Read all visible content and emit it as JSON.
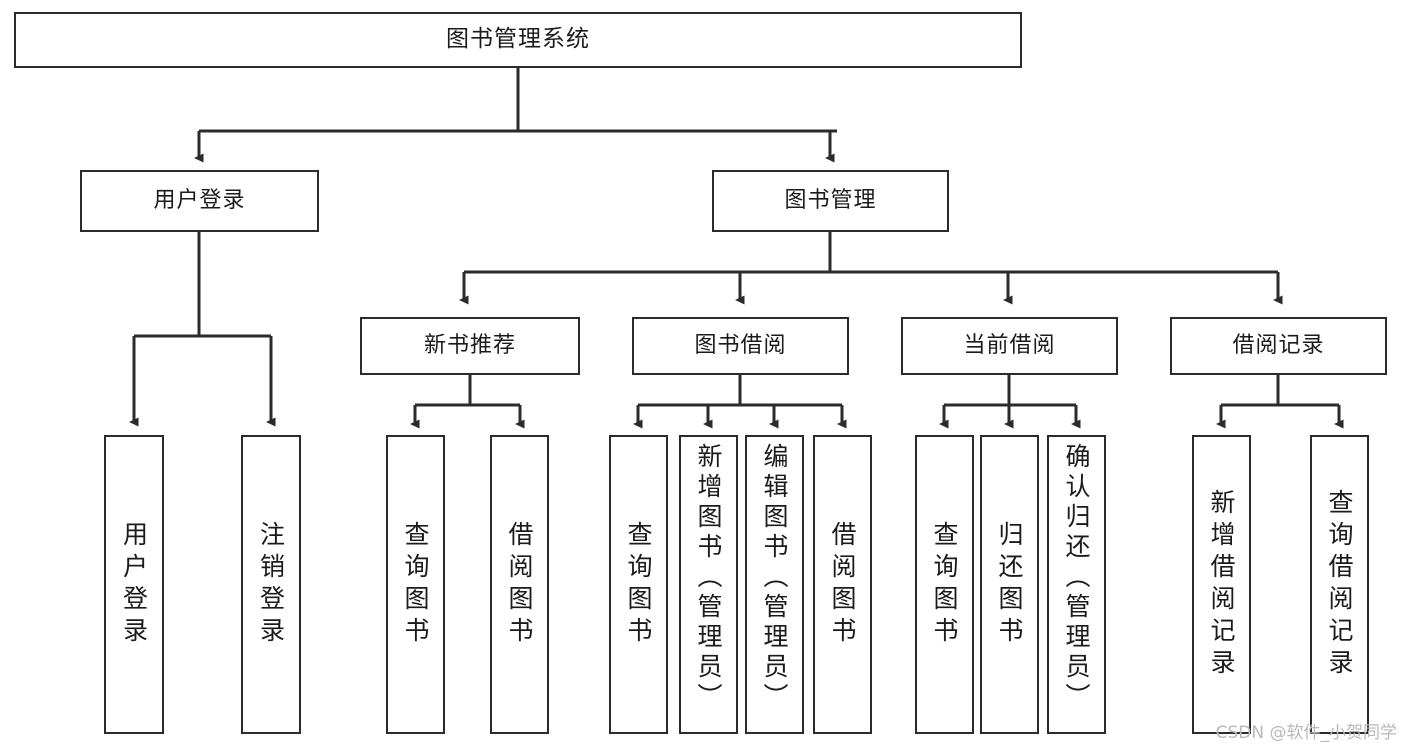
{
  "diagram": {
    "type": "tree",
    "title": "图书管理系统",
    "orientation": "top-down",
    "watermark": "CSDN @软件_小贺同学",
    "colors": {
      "border": "#2b2b2b",
      "background": "#ffffff",
      "text": "#1b1b1b",
      "edge": "#2b2b2b",
      "watermark": "#b9b9b9"
    },
    "nodes": {
      "root": {
        "label": "图书管理系统"
      },
      "level1": [
        {
          "id": "user-login",
          "label": "用户登录"
        },
        {
          "id": "book-manage",
          "label": "图书管理"
        }
      ],
      "level2": [
        {
          "id": "new-book-recommend",
          "label": "新书推荐"
        },
        {
          "id": "book-borrow",
          "label": "图书借阅"
        },
        {
          "id": "current-borrow",
          "label": "当前借阅"
        },
        {
          "id": "borrow-record",
          "label": "借阅记录"
        }
      ],
      "leaves": {
        "user-login": [
          {
            "id": "leaf-user-login",
            "label": "用户登录"
          },
          {
            "id": "leaf-logout",
            "label": "注销登录"
          }
        ],
        "new-book-recommend": [
          {
            "id": "leaf-query-book-1",
            "label": "查询图书"
          },
          {
            "id": "leaf-borrow-book-1",
            "label": "借阅图书"
          }
        ],
        "book-borrow": [
          {
            "id": "leaf-query-book-2",
            "label": "查询图书"
          },
          {
            "id": "leaf-add-book",
            "label": "新增图书（管理员）"
          },
          {
            "id": "leaf-edit-book",
            "label": "编辑图书（管理员）"
          },
          {
            "id": "leaf-borrow-book-2",
            "label": "借阅图书"
          }
        ],
        "current-borrow": [
          {
            "id": "leaf-query-book-3",
            "label": "查询图书"
          },
          {
            "id": "leaf-return-book",
            "label": "归还图书"
          },
          {
            "id": "leaf-confirm-return",
            "label": "确认归还（管理员）"
          }
        ],
        "borrow-record": [
          {
            "id": "leaf-add-record",
            "label": "新增借阅记录"
          },
          {
            "id": "leaf-query-record",
            "label": "查询借阅记录"
          }
        ]
      }
    },
    "edges": [
      {
        "from": "root",
        "to": "user-login"
      },
      {
        "from": "root",
        "to": "book-manage"
      },
      {
        "from": "user-login",
        "to": "leaf-user-login"
      },
      {
        "from": "user-login",
        "to": "leaf-logout"
      },
      {
        "from": "book-manage",
        "to": "new-book-recommend"
      },
      {
        "from": "book-manage",
        "to": "book-borrow"
      },
      {
        "from": "book-manage",
        "to": "current-borrow"
      },
      {
        "from": "book-manage",
        "to": "borrow-record"
      },
      {
        "from": "new-book-recommend",
        "to": "leaf-query-book-1"
      },
      {
        "from": "new-book-recommend",
        "to": "leaf-borrow-book-1"
      },
      {
        "from": "book-borrow",
        "to": "leaf-query-book-2"
      },
      {
        "from": "book-borrow",
        "to": "leaf-add-book"
      },
      {
        "from": "book-borrow",
        "to": "leaf-edit-book"
      },
      {
        "from": "book-borrow",
        "to": "leaf-borrow-book-2"
      },
      {
        "from": "current-borrow",
        "to": "leaf-query-book-3"
      },
      {
        "from": "current-borrow",
        "to": "leaf-return-book"
      },
      {
        "from": "current-borrow",
        "to": "leaf-confirm-return"
      },
      {
        "from": "borrow-record",
        "to": "leaf-add-record"
      },
      {
        "from": "borrow-record",
        "to": "leaf-query-record"
      }
    ]
  }
}
